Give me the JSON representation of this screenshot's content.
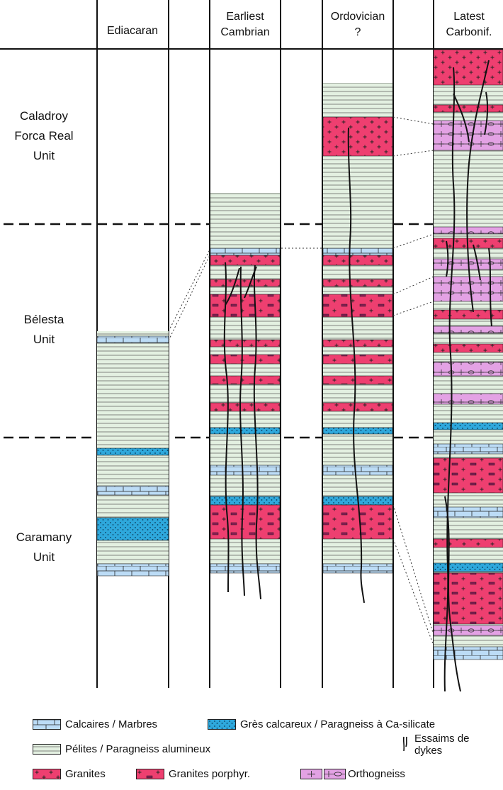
{
  "columns": [
    {
      "id": "ediacaran",
      "title_lines": [
        "Ediacaran"
      ]
    },
    {
      "id": "cambrian",
      "title_lines": [
        "Earliest",
        "Cambrian"
      ]
    },
    {
      "id": "ordovician",
      "title_lines": [
        "Ordovician",
        "?"
      ]
    },
    {
      "id": "carbonif",
      "title_lines": [
        "Latest",
        "Carbonif."
      ]
    }
  ],
  "units": [
    {
      "id": "caladroy",
      "lines": [
        "Caladroy",
        "Forca Real",
        "Unit"
      ]
    },
    {
      "id": "belesta",
      "lines": [
        "Bélesta",
        "Unit"
      ]
    },
    {
      "id": "caramany",
      "lines": [
        "Caramany",
        "Unit"
      ]
    }
  ],
  "colors": {
    "calcaire": "#bcdcf6",
    "gres": "#2ea8dc",
    "pelites": "#e3f0e1",
    "granite": "#ee3f70",
    "ortho": "#e3a2e4",
    "line": "#111111"
  },
  "legend": {
    "calcaires": "Calcaires / Marbres",
    "gres": "Grès calcareux / Paragneiss à Ca-silicate",
    "pelites": "Pélites / Paragneiss alumineux",
    "dykes": "Essaims de dykes",
    "granites": "Granites",
    "granites_porphyr": "Granites porphyr.",
    "orthogneiss": "Orthogneiss"
  }
}
